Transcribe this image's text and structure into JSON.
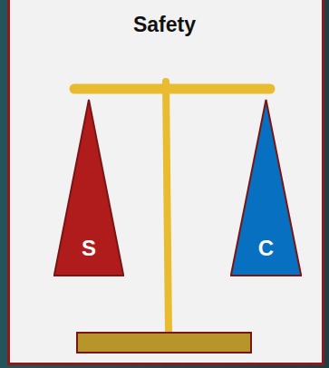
{
  "diagram": {
    "title": "Safety",
    "nodes": [
      {
        "text": [
          "S"
        ]
      },
      {
        "text": [
          "C"
        ]
      }
    ]
  }
}
